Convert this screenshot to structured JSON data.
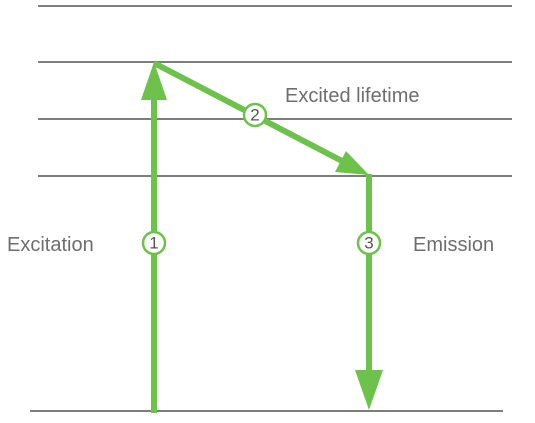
{
  "labels": {
    "excitation": "Excitation",
    "excited_lifetime": "Excited lifetime",
    "emission": "Emission"
  },
  "steps": {
    "excitation": "1",
    "excited_lifetime": "2",
    "emission": "3"
  },
  "colors": {
    "arrow": "#6cc24a",
    "level_line": "#7d7d7d",
    "text": "#6e6e6e"
  }
}
